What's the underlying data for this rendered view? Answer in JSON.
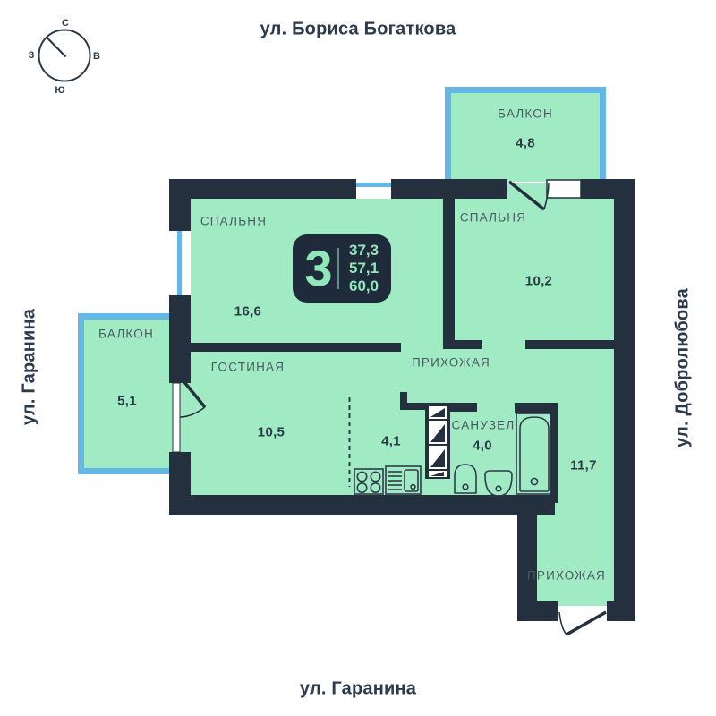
{
  "streets": {
    "top": "ул. Бориса Богаткова",
    "bottom": "ул. Гаранина",
    "left": "ул. Гаранина",
    "right": "ул. Добролюбова"
  },
  "compass": {
    "north": "С",
    "east": "В",
    "south": "Ю",
    "west": "З"
  },
  "badge": {
    "rooms": "3",
    "values": [
      "37,3",
      "57,1",
      "60,0"
    ]
  },
  "rooms": {
    "balcony_top": {
      "label": "БАЛКОН",
      "area": "4,8"
    },
    "bedroom_left": {
      "label": "СПАЛЬНЯ",
      "area": "16,6"
    },
    "bedroom_right": {
      "label": "СПАЛЬНЯ",
      "area": "10,2"
    },
    "balcony_left": {
      "label": "БАЛКОН",
      "area": "5,1"
    },
    "living_room": {
      "label": "ГОСТИНАЯ",
      "area": "10,5"
    },
    "hallway_center": {
      "label": "ПРИХОЖАЯ"
    },
    "kitchen": {
      "area": "4,1"
    },
    "bathroom": {
      "label": "САНУЗЕЛ",
      "area": "4,0"
    },
    "corridor": {
      "area": "11,7"
    },
    "hallway_entry": {
      "label": "ПРИХОЖАЯ"
    }
  },
  "colors": {
    "wall": "#24303E",
    "floor": "#A0EBC4",
    "balcony_frame": "#64B7E6",
    "window_line": "#64B7E6",
    "badge_bg": "#1F2B3A",
    "badge_text": "#8FE7BA"
  }
}
